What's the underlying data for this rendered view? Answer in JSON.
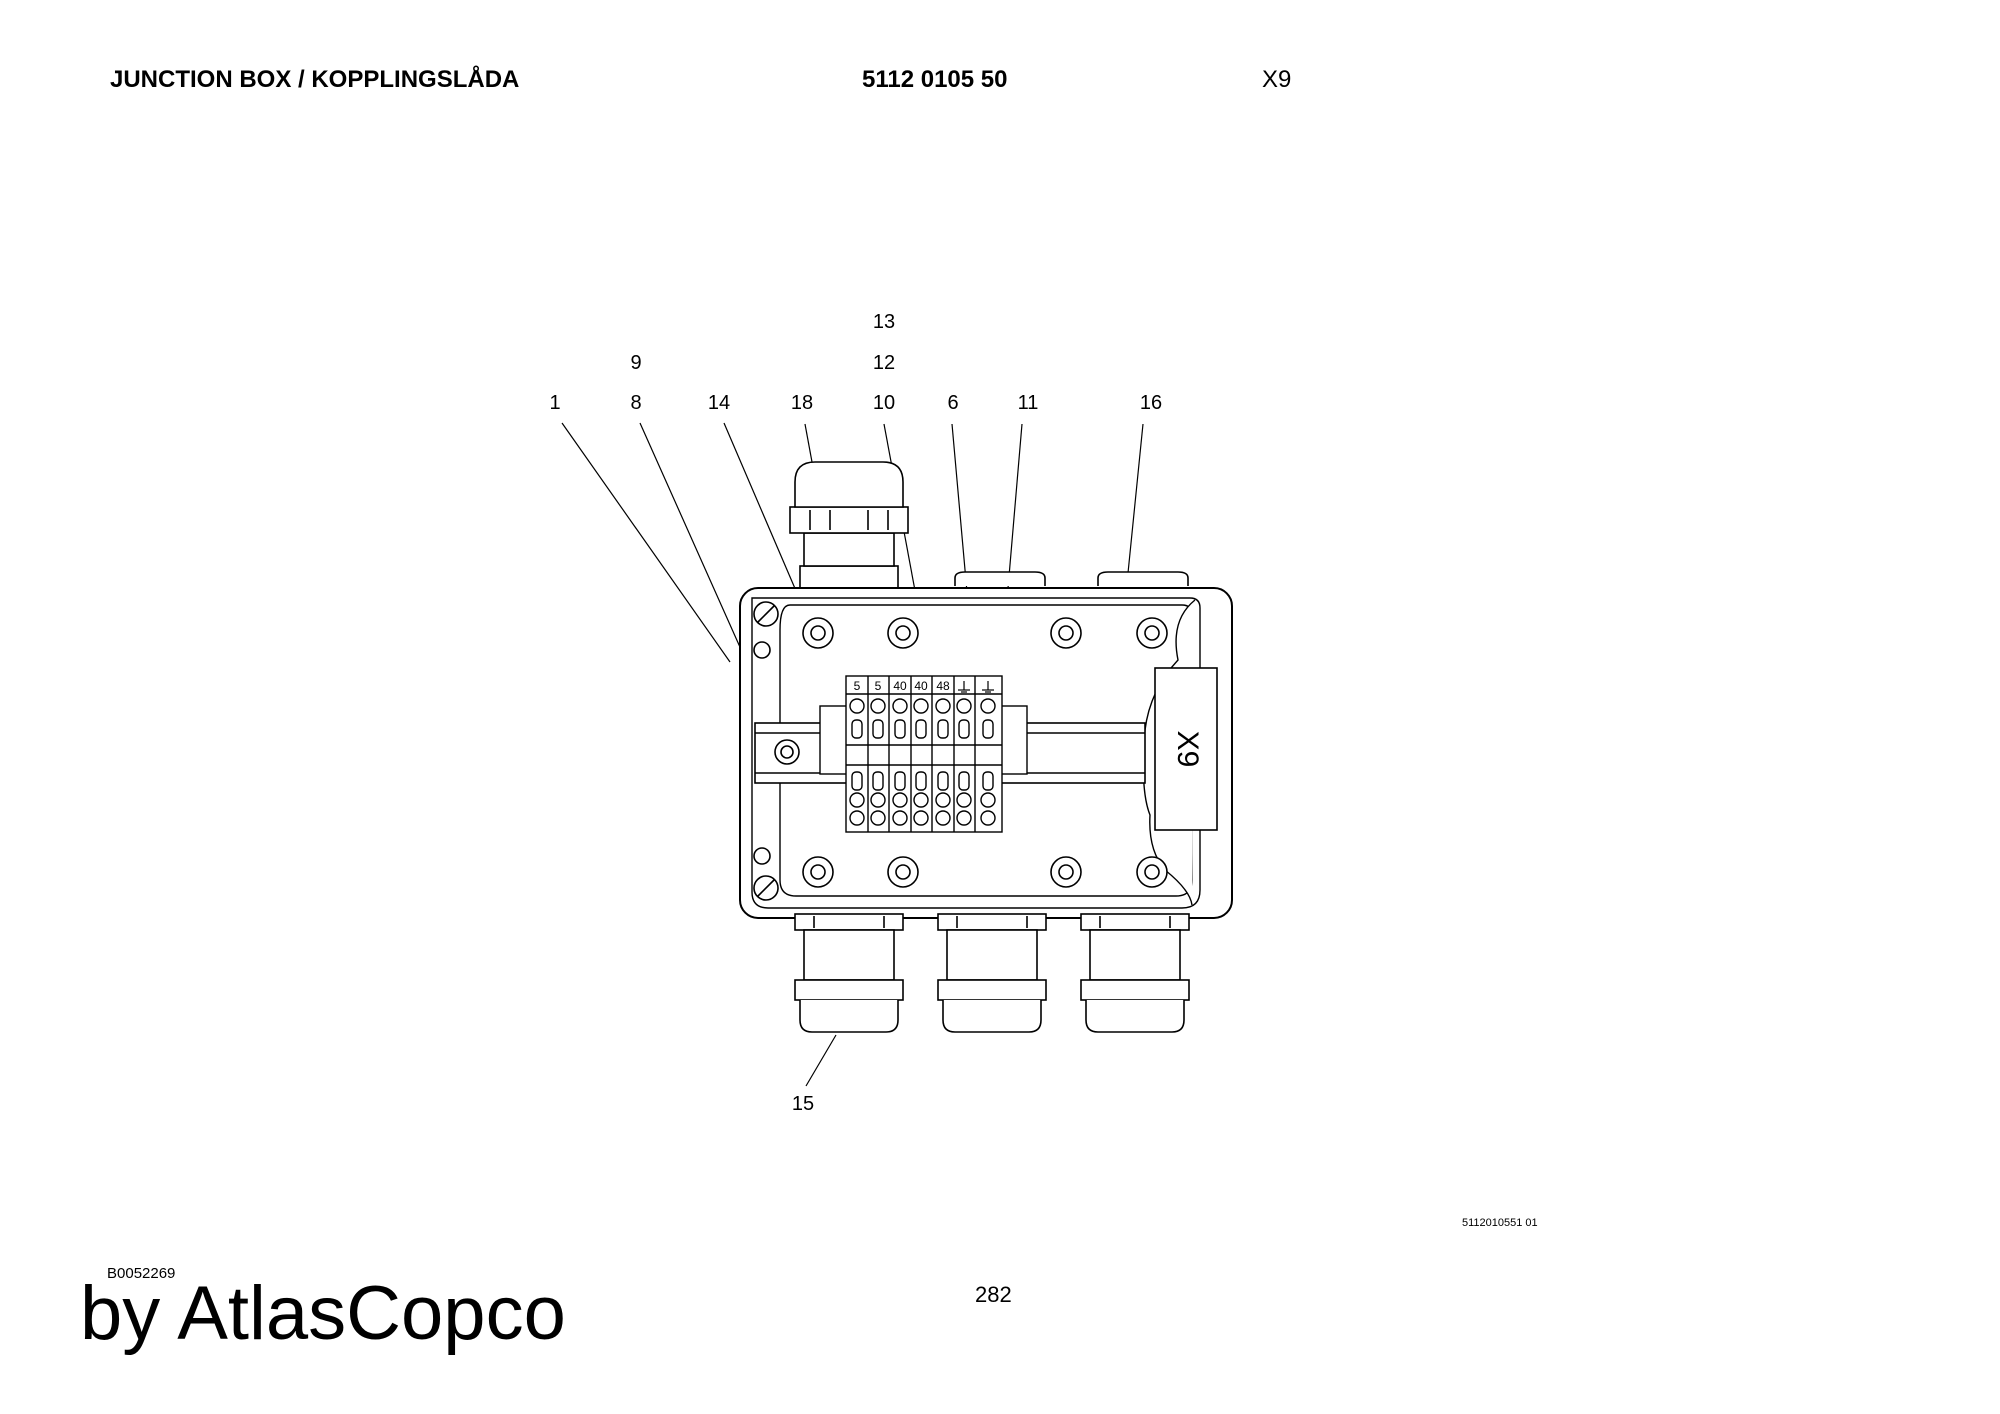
{
  "header": {
    "title": "JUNCTION BOX / KOPPLINGSLÅDA",
    "part_number": "5112 0105 50",
    "ref": "X9"
  },
  "diagram": {
    "callouts": [
      "13",
      "12",
      "9",
      "1",
      "8",
      "14",
      "18",
      "10",
      "6",
      "11",
      "16",
      "15"
    ],
    "terminal_labels": [
      "5",
      "5",
      "40",
      "40",
      "48"
    ],
    "box_label": "X9"
  },
  "footer": {
    "drawing_id": "5112010551 01",
    "doc_code": "B0052269",
    "page_number": "282",
    "brand": "by AtlasCopco"
  }
}
